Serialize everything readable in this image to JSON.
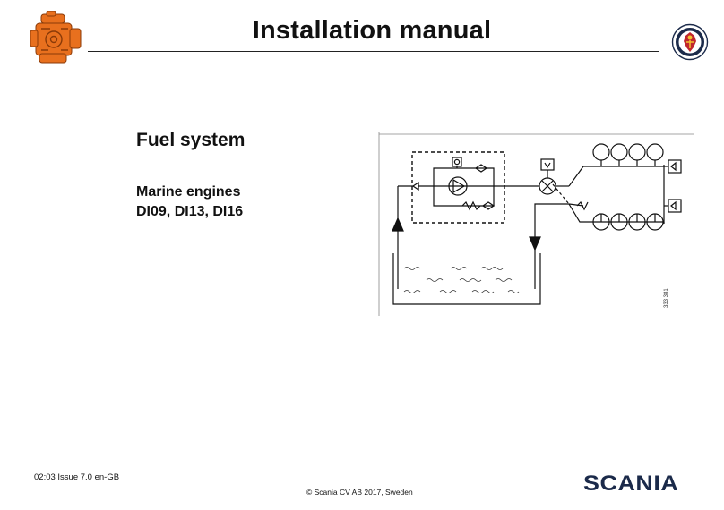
{
  "header": {
    "title": "Installation manual"
  },
  "document": {
    "title": "Fuel system",
    "subtitle_line1": "Marine engines",
    "subtitle_line2": "DI09, DI13, DI16"
  },
  "diagram": {
    "figure_number": "333 381"
  },
  "footer": {
    "issue": "02:03 Issue 7.0  en-GB",
    "copyright": "© Scania CV AB  2017, Sweden",
    "brand": "SCANIA"
  },
  "colors": {
    "engine_logo": "#e8701e",
    "brand_navy": "#1b2a4a",
    "griffin_red": "#c0262d"
  },
  "icons": {
    "engine_logo": "engine-icon",
    "griffin_badge": "scania-griffin-icon"
  }
}
